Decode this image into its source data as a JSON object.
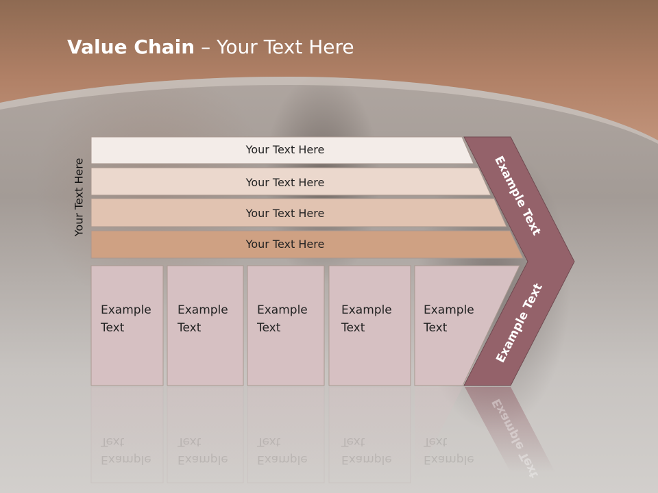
{
  "title": {
    "bold": "Value Chain",
    "rest": " – Your Text Here"
  },
  "vertical_label": "Your Text Here",
  "bars": [
    "Your Text Here",
    "Your Text Here",
    "Your Text Here",
    "Your Text Here"
  ],
  "boxes": [
    {
      "line1": "Example",
      "line2": "Text"
    },
    {
      "line1": "Example",
      "line2": "Text"
    },
    {
      "line1": "Example",
      "line2": "Text"
    },
    {
      "line1": "Example",
      "line2": "Text"
    },
    {
      "line1": "Example",
      "line2": "Text"
    }
  ],
  "arrow": {
    "upper": "Example Text",
    "lower": "Example Text"
  },
  "colors": {
    "title_band": "#b88468",
    "bar_1": "#f3ece8",
    "bar_2": "#ebd8cd",
    "bar_3": "#e1c3b1",
    "bar_4": "#cfa183",
    "boxes": "#d6c0c2",
    "arrow": "#94626a"
  }
}
